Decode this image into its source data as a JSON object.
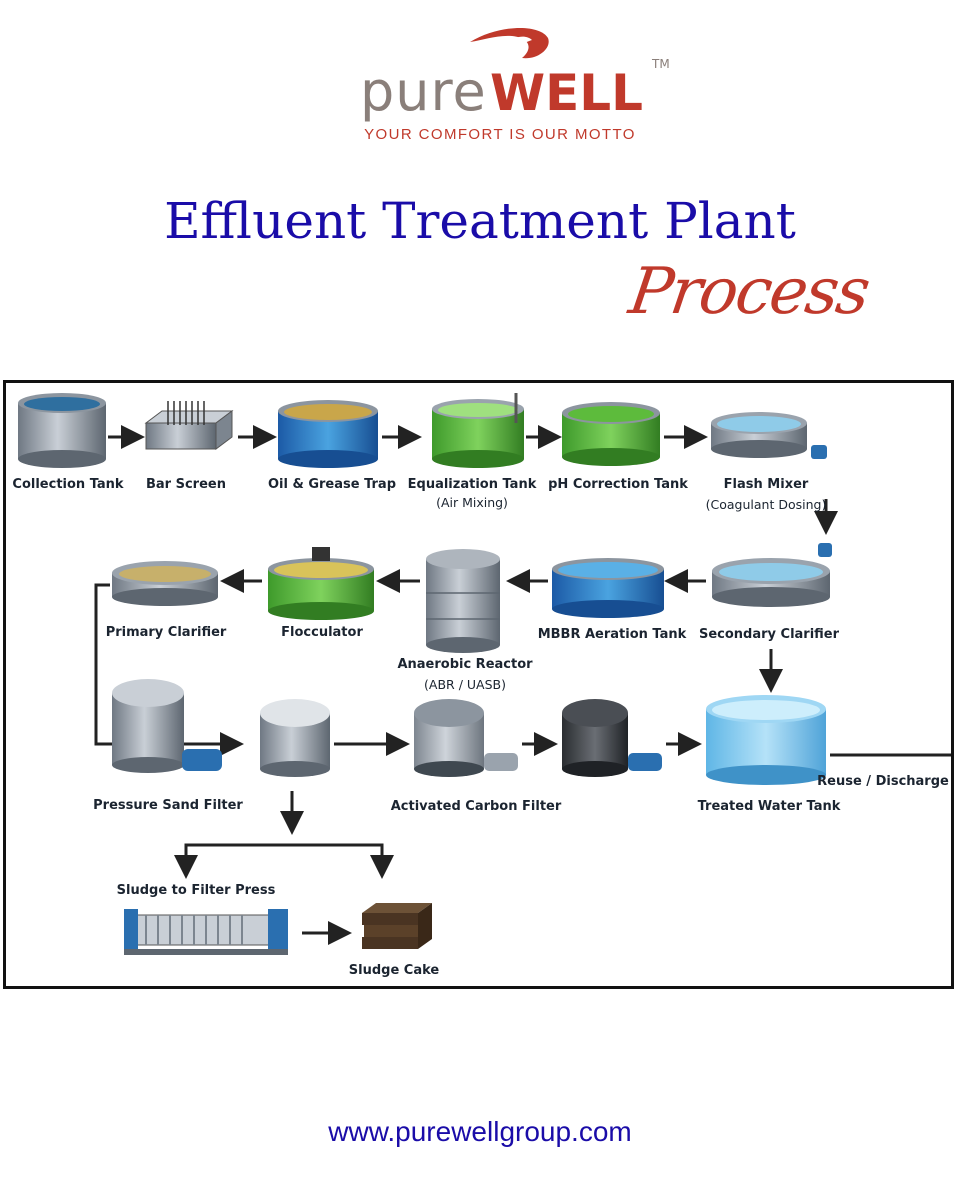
{
  "brand": {
    "logo_text": "pureWELL",
    "trademark": "TM",
    "tagline": "YOUR COMFORT IS OUR MOTTO"
  },
  "title": "Effluent Treatment Plant",
  "subtitle": "Process",
  "steps": [
    {
      "id": "collection-tank",
      "label": "Collection Tank",
      "sub": ""
    },
    {
      "id": "bar-screen",
      "label": "Bar Screen",
      "sub": ""
    },
    {
      "id": "oil-grease-trap",
      "label": "Oil & Grease Trap",
      "sub": ""
    },
    {
      "id": "equalization-tank",
      "label": "Equalization Tank",
      "sub": "(Air Mixing)"
    },
    {
      "id": "ph-correction-tank",
      "label": "pH Correction Tank",
      "sub": ""
    },
    {
      "id": "flash-mixer",
      "label": "Flash Mixer",
      "sub": "(Coagulant Dosing)"
    },
    {
      "id": "secondary-clarifier",
      "label": "Secondary Clarifier",
      "sub": ""
    },
    {
      "id": "mbbr-aeration-tank",
      "label": "MBBR Aeration Tank",
      "sub": ""
    },
    {
      "id": "anaerobic-reactor",
      "label": "Anaerobic Reactor",
      "sub": "(ABR / UASB)"
    },
    {
      "id": "flocculator",
      "label": "Flocculator",
      "sub": ""
    },
    {
      "id": "primary-clarifier",
      "label": "Primary Clarifier",
      "sub": ""
    },
    {
      "id": "pressure-sand-filter",
      "label": "Pressure Sand Filter",
      "sub": ""
    },
    {
      "id": "activated-carbon-filter",
      "label": "Activated Carbon Filter",
      "sub": ""
    },
    {
      "id": "treated-water-tank",
      "label": "Treated Water Tank",
      "sub": ""
    },
    {
      "id": "reuse-discharge",
      "label": "Reuse / Discharge",
      "sub": ""
    },
    {
      "id": "sludge-filter-press",
      "label": "Sludge to Filter Press",
      "sub": ""
    },
    {
      "id": "sludge-cake",
      "label": "Sludge Cake",
      "sub": ""
    }
  ],
  "colors": {
    "title": "#1a0ca8",
    "accent": "#c0392b",
    "logo_grey": "#8a7f7a",
    "arrow": "#222222"
  },
  "website": "www.purewellgroup.com"
}
